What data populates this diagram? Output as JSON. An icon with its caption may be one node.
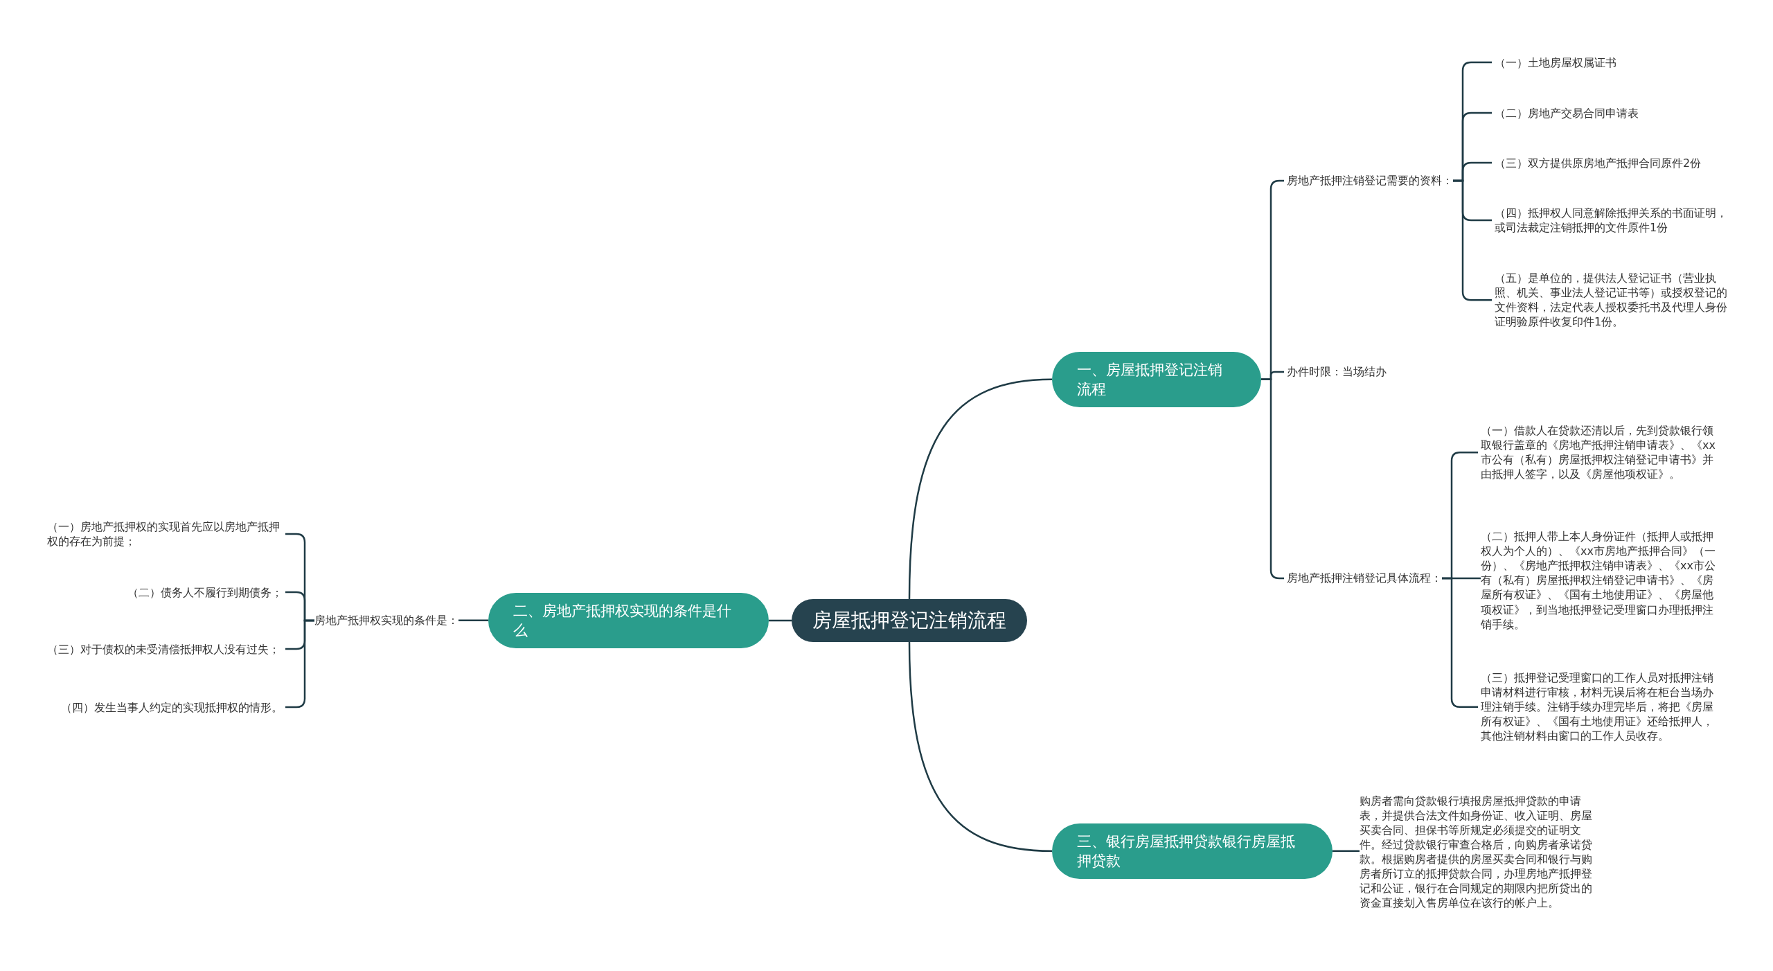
{
  "diagram": {
    "nodes": [
      {
        "text": [
          "房屋抵押登记注销流程"
        ]
      },
      {
        "text": [
          "一、房屋抵押登记注销流程"
        ]
      },
      {
        "text": [
          "房地产抵押注销登记需要的资料："
        ]
      },
      {
        "text": [
          "（一）土地房屋权属证书"
        ]
      },
      {
        "text": [
          "（二）房地产交易合同申请表"
        ]
      },
      {
        "text": [
          "（三）双方提供原房地产抵押合同原件2份"
        ]
      },
      {
        "text": [
          "（四）抵押权人同意解除抵押关系的书面证明，或司法裁定注销抵押的文件原件1份"
        ]
      },
      {
        "text": [
          "（五）是单位的，提供法人登记证书（营业执照、机关、事业法人登记证书等）或授权登记的文件资料，法定代表人授权委托书及代理人身份证明验原件收复印件1份。"
        ]
      },
      {
        "text": [
          "办件时限：当场结办"
        ]
      },
      {
        "text": [
          "房地产抵押注销登记具体流程："
        ]
      },
      {
        "text": [
          "（一）借款人在贷款还清以后，先到贷款银行领取银行盖章的《房地产抵押注销申请表》、《xx市公有（私有）房屋抵押权注销登记申请书》并由抵押人签字，以及《房屋他项权证》。"
        ]
      },
      {
        "text": [
          "（二）抵押人带上本人身份证件（抵押人或抵押权人为个人的）、《xx市房地产抵押合同》（一份）、《房地产抵押权注销申请表》、《xx市公有（私有）房屋抵押权注销登记申请书》、《房屋所有权证》、《国有土地使用证》、《房屋他项权证》，到当地抵押登记受理窗口办理抵押注销手续。"
        ]
      },
      {
        "text": [
          "（三）抵押登记受理窗口的工作人员对抵押注销申请材料进行审核，材料无误后将在柜台当场办理注销手续。注销手续办理完毕后，将把《房屋所有权证》、《国有土地使用证》还给抵押人，其他注销材料由窗口的工作人员收存。"
        ]
      },
      {
        "text": [
          "二、房地产抵押权实现的条件是什么"
        ]
      },
      {
        "text": [
          "房地产抵押权实现的条件是："
        ]
      },
      {
        "text": [
          "（一）房地产抵押权的实现首先应以房地产抵押权的存在为前提；"
        ]
      },
      {
        "text": [
          "（二）债务人不履行到期债务；"
        ]
      },
      {
        "text": [
          "（三）对于债权的未受清偿抵押权人没有过失；"
        ]
      },
      {
        "text": [
          "（四）发生当事人约定的实现抵押权的情形。"
        ]
      },
      {
        "text": [
          "三、银行房屋抵押贷款银行房屋抵押贷款"
        ]
      },
      {
        "text": [
          "购房者需向贷款银行填报房屋抵押贷款的申请表，并提供合法文件如身份证、收入证明、房屋买卖合同、担保书等所规定必须提交的证明文件。经过贷款银行审查合格后，向购房者承诺贷款。根据购房者提供的房屋买卖合同和银行与购房者所订立的抵押贷款合同，办理房地产抵押登记和公证，银行在合同规定的期限内把所贷出的资金直接划入售房单位在该行的帐户上。"
        ]
      }
    ],
    "edges": [
      {
        "from": 0,
        "to": 1,
        "arrow": "none"
      },
      {
        "from": 0,
        "to": 13,
        "arrow": "none"
      },
      {
        "from": 0,
        "to": 19,
        "arrow": "none"
      },
      {
        "from": 1,
        "to": 2,
        "arrow": "none"
      },
      {
        "from": 1,
        "to": 8,
        "arrow": "none"
      },
      {
        "from": 1,
        "to": 9,
        "arrow": "none"
      },
      {
        "from": 2,
        "to": 3,
        "arrow": "none"
      },
      {
        "from": 2,
        "to": 4,
        "arrow": "none"
      },
      {
        "from": 2,
        "to": 5,
        "arrow": "none"
      },
      {
        "from": 2,
        "to": 6,
        "arrow": "none"
      },
      {
        "from": 2,
        "to": 7,
        "arrow": "none"
      },
      {
        "from": 9,
        "to": 10,
        "arrow": "none"
      },
      {
        "from": 9,
        "to": 11,
        "arrow": "none"
      },
      {
        "from": 9,
        "to": 12,
        "arrow": "none"
      },
      {
        "from": 13,
        "to": 14,
        "arrow": "none"
      },
      {
        "from": 14,
        "to": 15,
        "arrow": "none"
      },
      {
        "from": 14,
        "to": 16,
        "arrow": "none"
      },
      {
        "from": 14,
        "to": 17,
        "arrow": "none"
      },
      {
        "from": 14,
        "to": 18,
        "arrow": "none"
      },
      {
        "from": 19,
        "to": 20,
        "arrow": "none"
      }
    ]
  }
}
